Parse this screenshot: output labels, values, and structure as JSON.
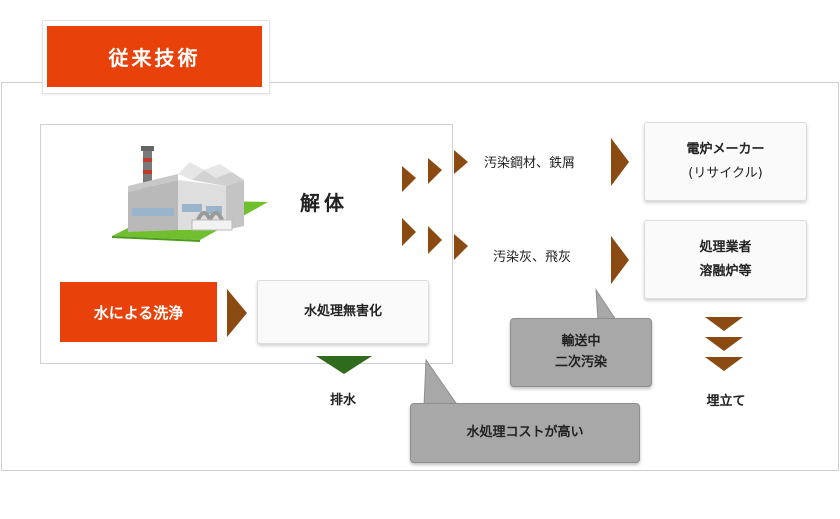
{
  "title": "従来技術",
  "factory": {
    "icon": "factory-icon"
  },
  "dismantle": {
    "label": "解体"
  },
  "wash": {
    "label": "水による洗浄"
  },
  "water_treatment": {
    "label": "水処理無害化"
  },
  "drainage": {
    "label": "排水"
  },
  "steel_waste": {
    "label": "汚染鋼材、鉄屑"
  },
  "ash": {
    "label": "汚染灰、飛灰"
  },
  "electric_furnace": {
    "line1": "電炉メーカー",
    "line2": "(リサイクル)"
  },
  "disposal": {
    "line1": "処理業者",
    "line2": "溶融炉等"
  },
  "transport_bubble": {
    "line1": "輸送中",
    "line2": "二次汚染"
  },
  "cost_bubble": {
    "label": "水処理コストが高い"
  },
  "landfill": {
    "label": "埋立て"
  },
  "colors": {
    "accent": "#e8420a",
    "arrow_brown": "#8b4a12",
    "drain_green": "#2f6b1c",
    "bubble_gray": "#a8a8a8"
  }
}
